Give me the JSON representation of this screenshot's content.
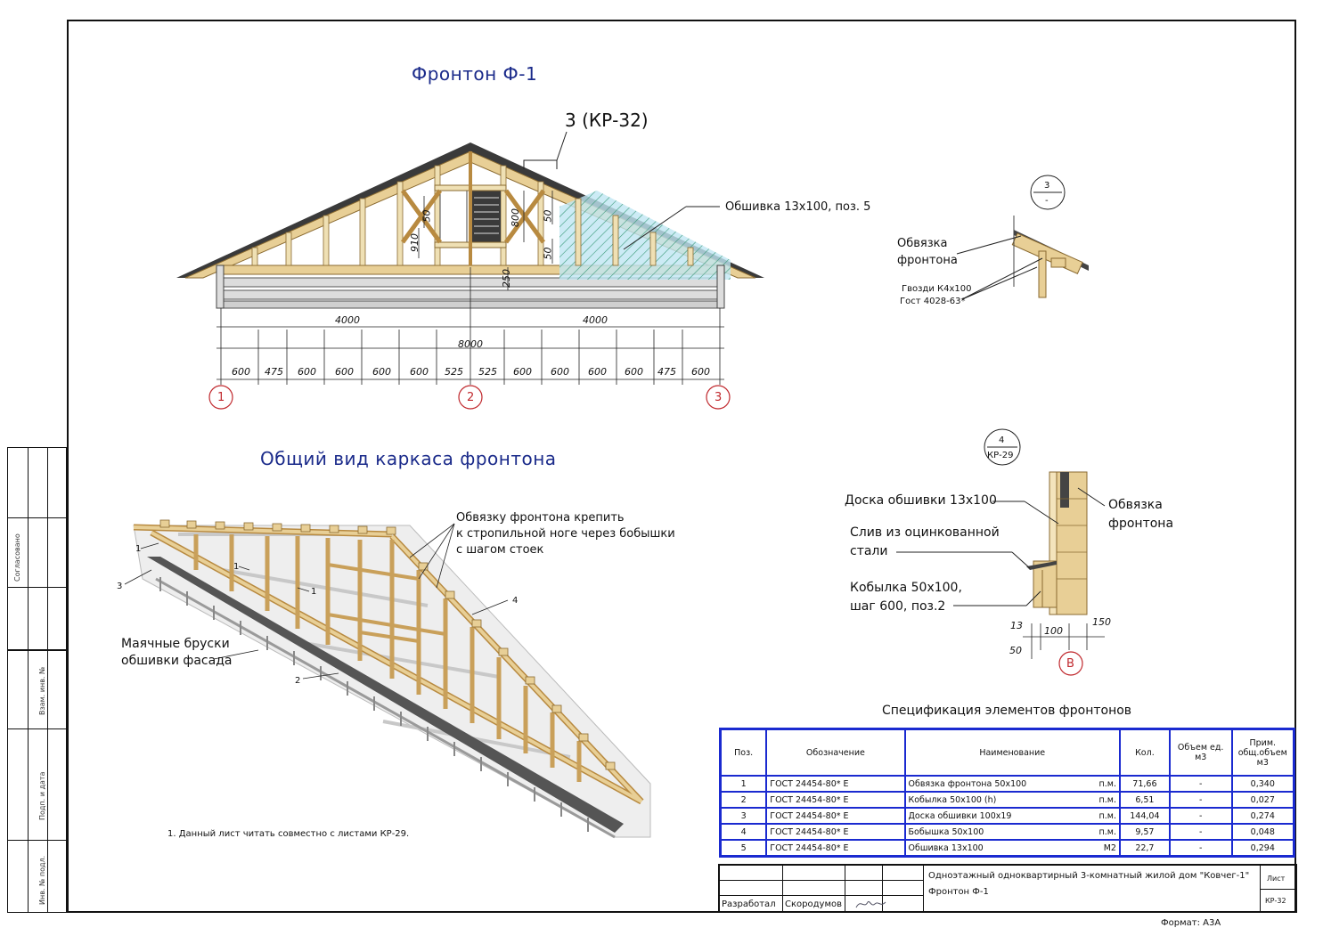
{
  "titles": {
    "facade": "Фронтон Ф-1",
    "general_view": "Общий вид каркаса фронтона",
    "spec": "Спецификация элементов фронтонов"
  },
  "callouts": {
    "node_ref": "3 (КР-32)",
    "sheathing": "Обшивка 13х100, поз. 5"
  },
  "facade_dims": {
    "half_left": "4000",
    "half_right": "4000",
    "total": "8000",
    "spacings": [
      "600",
      "475",
      "600",
      "600",
      "600",
      "600",
      "525",
      "525",
      "600",
      "600",
      "600",
      "600",
      "475",
      "600"
    ],
    "vertical": [
      "50",
      "910",
      "800",
      "50",
      "50",
      "250"
    ],
    "axes": [
      "1",
      "2",
      "3"
    ]
  },
  "node3": {
    "marker_num": "3",
    "marker_sheet": "-",
    "binding_l1": "Обвязка",
    "binding_l2": "фронтона",
    "nails_l1": "Гвозди К4х100",
    "nails_l2": "Гост 4028-63*"
  },
  "node4": {
    "marker_num": "4",
    "marker_sheet": "КР-29",
    "board": "Доска обшивки 13х100",
    "drip_l1": "Слив из оцинкованной",
    "drip_l2": "стали",
    "cobble_l1": "Кобылка 50х100,",
    "cobble_l2": "шаг 600, поз.2",
    "binding_l1": "Обвязка",
    "binding_l2": "фронтона",
    "dims": [
      "13",
      "100",
      "150",
      "50"
    ],
    "axis": "В"
  },
  "iso": {
    "note_l1": "Обвязку фронтона крепить",
    "note_l2": "к стропильной ноге через бобышки",
    "note_l3": "с шагом стоек",
    "beacon_l1": "Маячные бруски",
    "beacon_l2": "обшивки фасада",
    "tags": [
      "1",
      "1",
      "1",
      "3",
      "2",
      "4"
    ]
  },
  "note": "1.  Данный лист читать совместно с листами КР-29.",
  "spec_table": {
    "headers": [
      "Поз.",
      "Обозначение",
      "Наименование",
      "Кол.",
      "Объем ед. м3",
      "Прим. общ.объем м3"
    ],
    "rows": [
      {
        "pos": "1",
        "code": "ГОСТ 24454-80* Е",
        "name": "Обвязка фронтона 50х100",
        "unit": "п.м.",
        "qty": "71,66",
        "vol": "-",
        "total": "0,340"
      },
      {
        "pos": "2",
        "code": "ГОСТ 24454-80* Е",
        "name": "Кобылка 50х100 (h)",
        "unit": "п.м.",
        "qty": "6,51",
        "vol": "-",
        "total": "0,027"
      },
      {
        "pos": "3",
        "code": "ГОСТ 24454-80* Е",
        "name": "Доска обшивки 100х19",
        "unit": "п.м.",
        "qty": "144,04",
        "vol": "-",
        "total": "0,274"
      },
      {
        "pos": "4",
        "code": "ГОСТ 24454-80* Е",
        "name": "Бобышка 50х100",
        "unit": "п.м.",
        "qty": "9,57",
        "vol": "-",
        "total": "0,048"
      },
      {
        "pos": "5",
        "code": "ГОСТ 24454-80* Е",
        "name": "Обшивка 13х100",
        "unit": "М2",
        "qty": "22,7",
        "vol": "-",
        "total": "0,294"
      }
    ]
  },
  "stamp": {
    "project": "Одноэтажный одноквартирный 3-комнатный жилой дом \"Ковчег-1\"",
    "sheet_title": "Фронтон Ф-1",
    "role": "Разработал",
    "author": "Скородумов",
    "sheet_label": "Лист",
    "sheet_code": "КР-32",
    "format": "Формат: А3А"
  },
  "side_stamp": {
    "agreed": "Согласовано",
    "inv_replace": "Взам. инв. №",
    "sign_date": "Подп. и дата",
    "inv_orig": "Инв. № подл."
  },
  "colors": {
    "title_blue": "#1a2a8a",
    "table_border": "#1a2ad0",
    "timber": "#e8cf96",
    "timber_dark": "#b88a40",
    "axis_red": "#c0282d"
  }
}
